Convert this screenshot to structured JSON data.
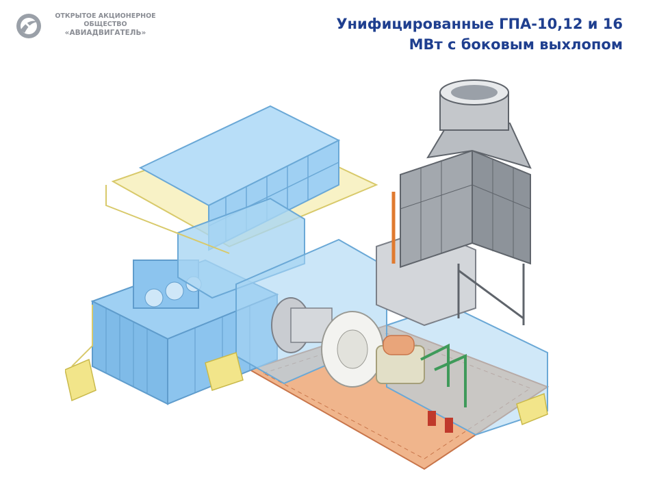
{
  "header": {
    "org_line_1": "ОТКРЫТОЕ АКЦИОНЕРНОЕ",
    "org_line_2": "ОБЩЕСТВО",
    "org_line_3": "«АВИАДВИГАТЕЛЬ»",
    "title_line_1": "Унифицированные ГПА-10,12 и 16",
    "title_line_2": "МВт с боковым выхлопом"
  },
  "colors": {
    "title": "#1f3f8f",
    "logo_grey": "#8a8d94",
    "enclosure_blue": "#8cc4ee",
    "rail_yellow": "#f2e58a",
    "base_frame": "#e9a57a",
    "stack_grey": "#9aa0a8"
  },
  "icons": {
    "logo": "company-emblem-icon"
  }
}
